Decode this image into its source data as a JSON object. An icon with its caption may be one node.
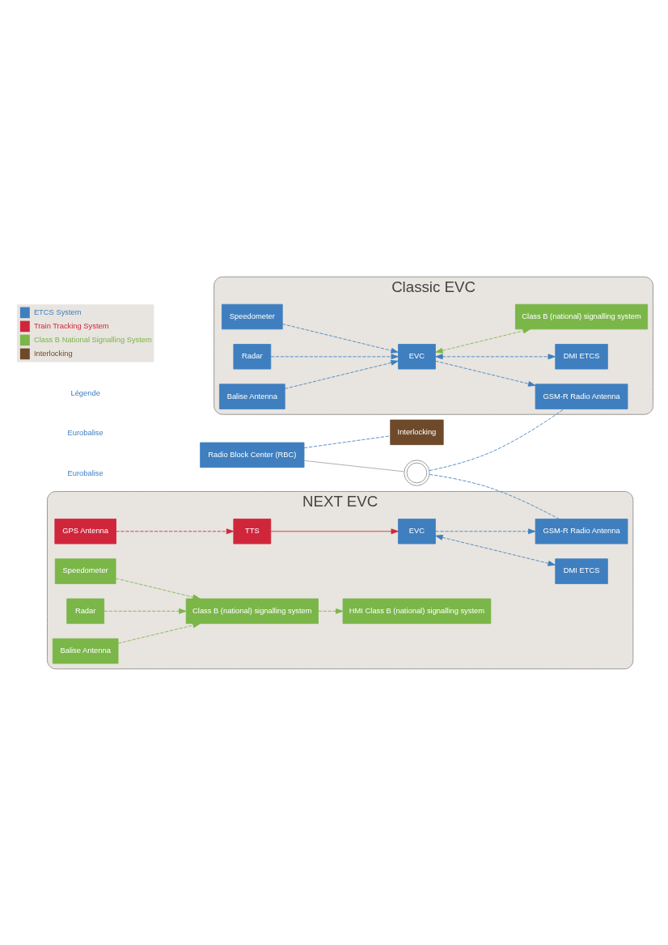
{
  "diagram": {
    "nodes": [
      {
        "text": [
          "Radio Block Center (RBC)"
        ]
      },
      {
        "text": [],
        "shape": "picture"
      },
      {
        "text": [
          "Interlocking"
        ]
      },
      {
        "text": [
          "Classic EVC"
        ]
      },
      {
        "text": [
          "GSM-R Radio Antenna"
        ],
        "in": 3
      },
      {
        "text": [
          "DMI ETCS"
        ],
        "in": 3
      },
      {
        "text": [
          "Class B (national) signalling system"
        ],
        "in": 3
      },
      {
        "text": [
          "EVC"
        ],
        "in": 3
      },
      {
        "text": [
          "Speedometer"
        ],
        "in": 3
      },
      {
        "text": [
          "Radar"
        ],
        "in": 3
      },
      {
        "text": [
          "Balise Antenna"
        ],
        "in": 3
      },
      {
        "text": [
          "NEXT EVC"
        ]
      },
      {
        "text": [
          "GSM-R Radio Antenna"
        ],
        "in": 11
      },
      {
        "text": [
          "GPS Antenna"
        ],
        "in": 11
      },
      {
        "text": [
          "TTS"
        ],
        "in": 11
      },
      {
        "text": [
          "EVC"
        ],
        "in": 11
      },
      {
        "text": [
          "DMI ETCS"
        ],
        "in": 11
      },
      {
        "text": [
          "HMI Class B (national) signalling system"
        ],
        "in": 11
      },
      {
        "text": [
          "Class B (national) signalling system"
        ],
        "in": 11
      },
      {
        "text": [
          "Speedometer"
        ],
        "in": 11
      },
      {
        "text": [
          "Radar"
        ],
        "in": 11
      },
      {
        "text": [
          "Balise Antenna"
        ],
        "in": 11
      }
    ],
    "edges": [
      {
        "from": 0,
        "to": 1,
        "arrow": "none",
        "color": "#a0a0a0"
      },
      {
        "from": 1,
        "to": 4,
        "arrow": "none",
        "style": "dashed"
      },
      {
        "from": 1,
        "to": 12,
        "arrow": "none",
        "style": "dashed"
      },
      {
        "from": 0,
        "to": 2,
        "arrow": "none",
        "style": "dashed"
      },
      {
        "from": 7,
        "to": 4,
        "arrow": "to",
        "style": "dashed"
      },
      {
        "from": 7,
        "to": 5,
        "arrow": "both",
        "style": "dashed"
      },
      {
        "from": 7,
        "to": 6,
        "arrow": "both",
        "style": "dashed",
        "color": "#7ab648"
      },
      {
        "from": 8,
        "to": 7,
        "arrow": "to",
        "style": "dashed"
      },
      {
        "from": 9,
        "to": 7,
        "arrow": "to",
        "style": "dashed"
      },
      {
        "from": 10,
        "to": 7,
        "arrow": "to",
        "style": "dashed"
      },
      {
        "from": 13,
        "to": 14,
        "arrow": "to",
        "style": "dashed",
        "color": "#d0263b"
      },
      {
        "from": 14,
        "to": 15,
        "arrow": "to",
        "color": "#d0263b"
      },
      {
        "from": 15,
        "to": 16,
        "arrow": "both",
        "style": "dashed"
      },
      {
        "from": 15,
        "to": 12,
        "arrow": "to",
        "style": "dashed"
      },
      {
        "from": 18,
        "to": 17,
        "arrow": "to",
        "style": "dashed",
        "color": "#7ab648"
      },
      {
        "from": 19,
        "to": 18,
        "arrow": "to",
        "style": "dashed",
        "color": "#7ab648"
      },
      {
        "from": 20,
        "to": 18,
        "arrow": "to",
        "style": "dashed",
        "color": "#7ab648"
      },
      {
        "from": 21,
        "to": 18,
        "arrow": "to",
        "style": "dashed",
        "color": "#7ab648"
      }
    ],
    "labels": [
      "Eurobalise",
      "Eurobalise",
      "Légende"
    ],
    "legend": [
      {
        "text": "ETCS System",
        "color": "#3f7fbf"
      },
      {
        "text": "Train Tracking System",
        "color": "#d0263b"
      },
      {
        "text": "Class B National Signalling System",
        "color": "#7ab648"
      },
      {
        "text": "Interlocking",
        "color": "#6e4a2a"
      }
    ]
  }
}
